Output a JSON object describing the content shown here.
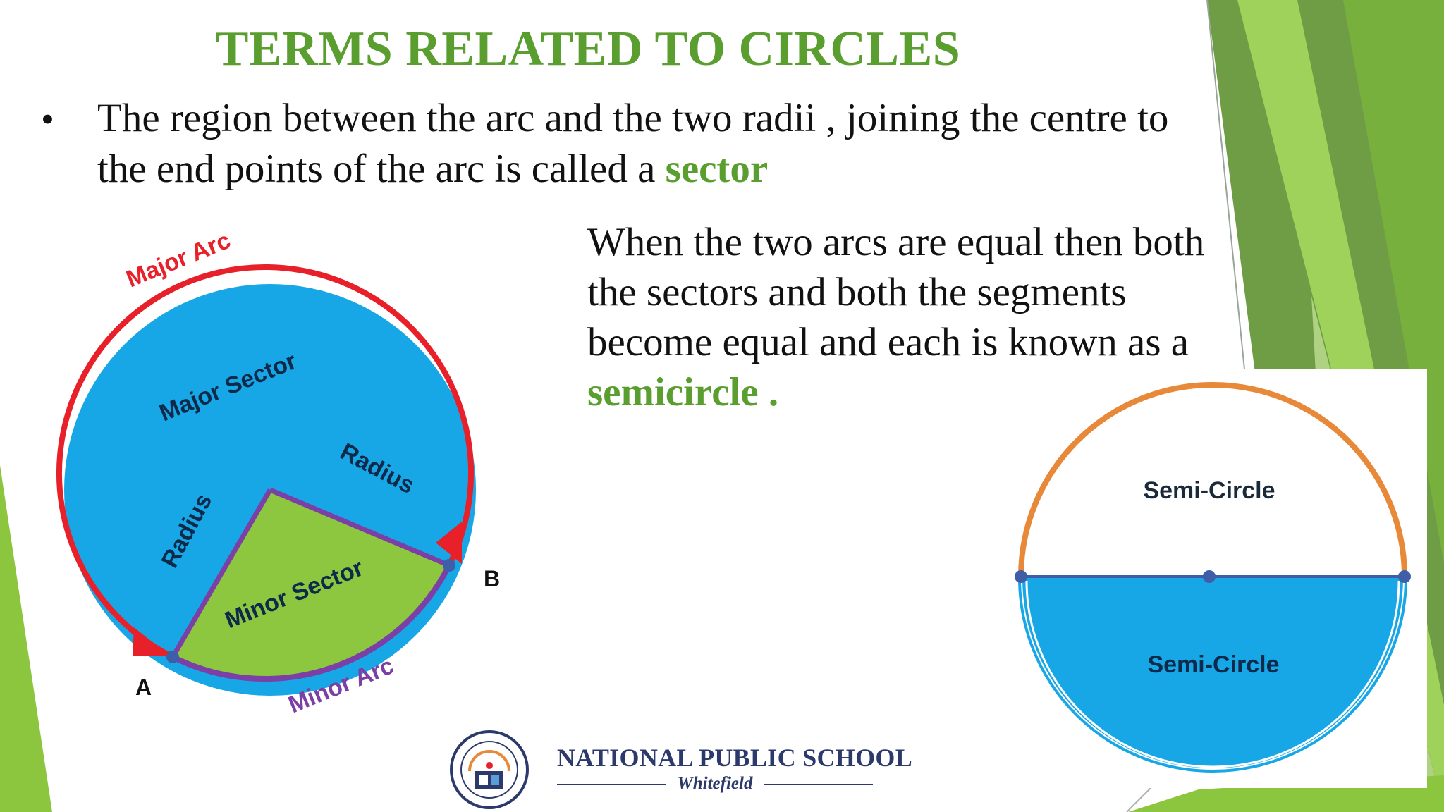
{
  "title": "TERMS RELATED TO CIRCLES",
  "bullet": {
    "marker": "•",
    "text_before": "The region between the arc and the two radii , joining the centre to the end points of the arc is called a ",
    "highlight": "sector"
  },
  "semicircle_note": {
    "text_before": "When the two arcs are equal then both the sectors and both the segments become equal and each is known as a ",
    "highlight": "semicircle ."
  },
  "sector_diagram": {
    "major_arc": "Major Arc",
    "major_sector": "Major Sector",
    "radius_left": "Radius",
    "radius_right": "Radius",
    "minor_sector": "Minor Sector",
    "minor_arc": "Minor Arc",
    "point_a": "A",
    "point_b": "B"
  },
  "semicircle_diagram": {
    "top_label": "Semi-Circle",
    "bottom_label": "Semi-Circle"
  },
  "footer": {
    "school_name": "NATIONAL PUBLIC SCHOOL",
    "location": "Whitefield"
  },
  "colors": {
    "title_green": "#5a9e2f",
    "circle_blue": "#18a7e6",
    "sector_green": "#8dc63f",
    "arc_red": "#e8202a",
    "arc_purple": "#7b3fa6",
    "arc_orange": "#e8893a",
    "school_navy": "#2c3a6b"
  }
}
